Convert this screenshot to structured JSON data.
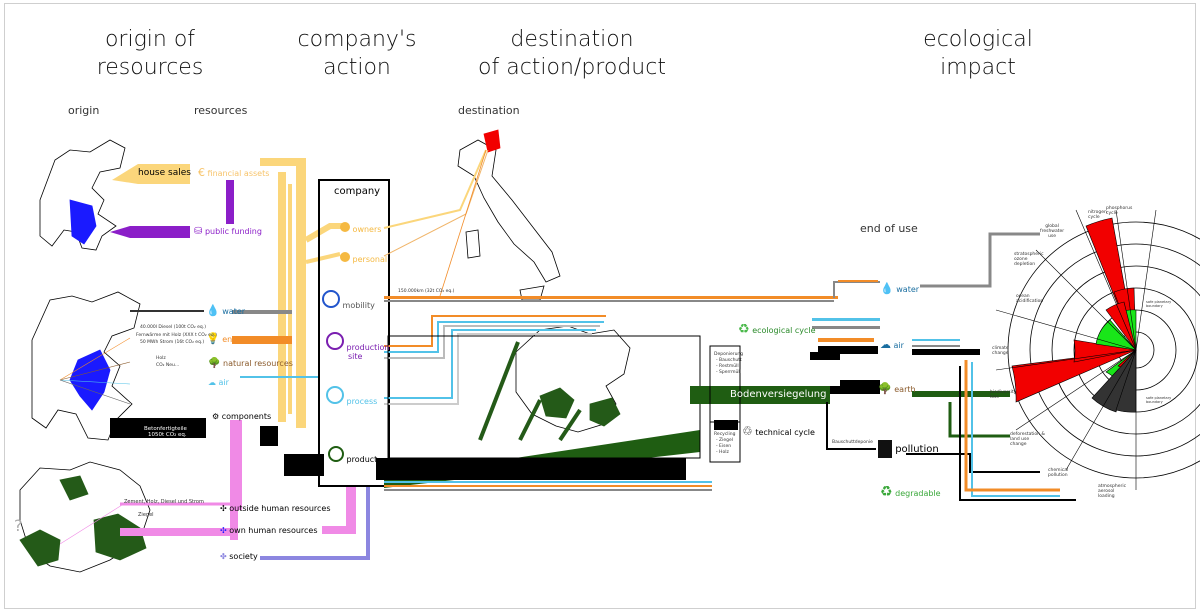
{
  "headers": {
    "origin_of_resources": "origin of resources",
    "company_action_l1": "company's",
    "company_action_l2": "action",
    "destination_l1": "destination",
    "destination_l2": "of action/product",
    "ecological_l1": "ecological",
    "ecological_l2": "impact"
  },
  "subheaders": {
    "origin": "origin",
    "resources": "resources",
    "destination": "destination",
    "end_of_use": "end of use"
  },
  "resources": {
    "house_sales": "house sales",
    "financial_assets": "financial assets",
    "public_funding": "public funding",
    "water": "water",
    "energy": "energy",
    "natural_resources": "natural resources",
    "air": "air",
    "components": "components",
    "outside_human_resources": "outside human resources",
    "own_human_resources": "own human resources",
    "society": "society"
  },
  "resource_notes": {
    "diesel": "40.000l Diesel (100t CO₂ eq.)",
    "heat": "Fernwärme mit Holz (XXX t CO₂ eq.)",
    "electricity": "50 MWh Strom (16t CO₂ eq.)",
    "wood": "Holz",
    "co2": "CO₂ Neu...",
    "concrete_a": "Betonfertigteile",
    "concrete_b": "1050t CO₂ eq.",
    "materials": "Zement, Holz, Diesel und Strom",
    "bricks": "Ziegel",
    "unknown": "?"
  },
  "company": {
    "title": "company",
    "owners": "owners",
    "personal": "personal",
    "mobility": "mobility",
    "production_site_l1": "production",
    "production_site_l2": "site",
    "process": "process",
    "product": "product",
    "mobility_note": "150.000km (32t CO₂ eq.)"
  },
  "end_of_use": {
    "ecological_cycle": "ecological cycle",
    "technical_cycle": "technical cycle",
    "bodenversiegelung": "Bodenversiegelung",
    "deponierung": "Deponierung",
    "dep_items": [
      "- Bauschutt",
      "- Restmüll",
      "- Sperrmüll"
    ],
    "recycling": "Recycling",
    "rec_items": [
      "- Ziegel",
      "- Eisen",
      "- Holz"
    ],
    "bauschuttdeponie": "Bauschuttdeponie",
    "water": "water",
    "air": "air",
    "earth": "earth",
    "pollution": "pollution",
    "degradable": "degradable"
  },
  "boundaries": {
    "freshwater": "global\nfreshwater\nuse",
    "nitrogen": "nitrogen\ncycle",
    "phosphorus": "phosphorus\ncycle",
    "ozone": "stratospheric\nozone\ndepletion",
    "acid": "ocean\nacidification",
    "climate": "climate\nchange",
    "biodiversity": "biodiversity\nloss",
    "deforestation": "deforestation &\nland use\nchange",
    "chemical": "chemical\npollution",
    "aerosol": "atmospheric\naerosol\nloading",
    "safe_boundary_1": "safe planetary\nboundary",
    "safe_boundary_2": "safe planetary\nboundary"
  },
  "colors": {
    "financial": "#fbd67b",
    "funding": "#8b1ec8",
    "water": "#52c2e8",
    "energy": "#f28c28",
    "mobility": "#f28c28",
    "components": "#000000",
    "human": "#f08ae6",
    "society": "#8c86e0",
    "product": "#1f5d12",
    "red": "#f20000",
    "green": "#19e619",
    "gray": "#333333",
    "europe_blue": "#1a1aff",
    "europe_green": "#245a18"
  }
}
